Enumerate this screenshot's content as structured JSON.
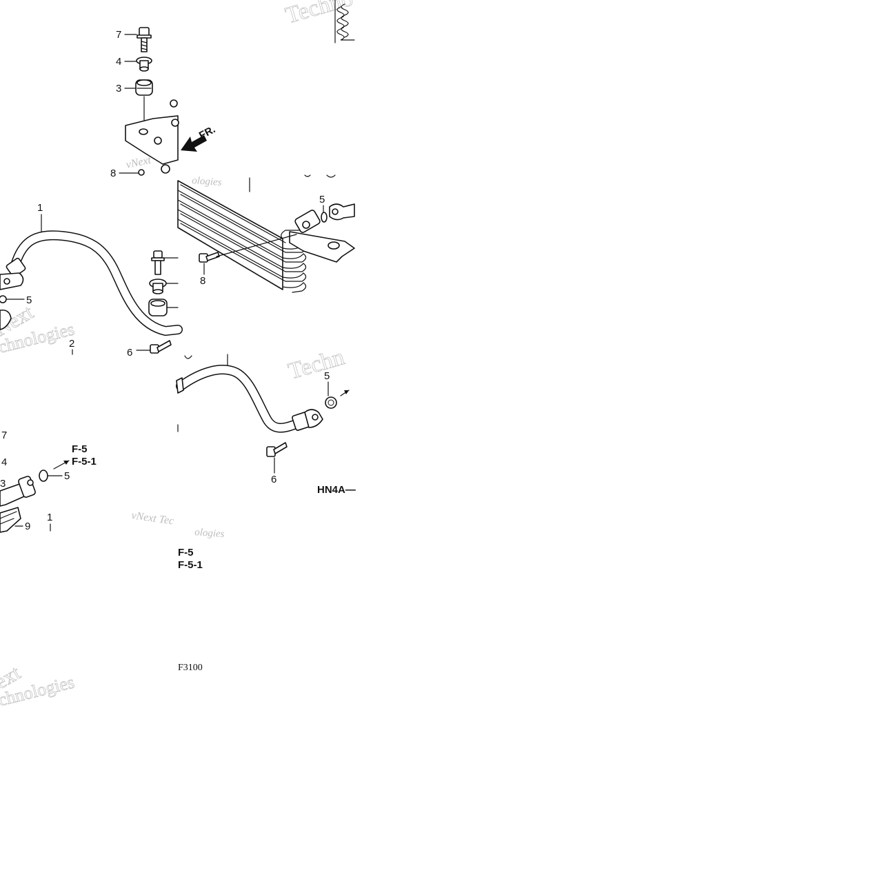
{
  "callouts": {
    "tl_7": "7",
    "tl_4": "4",
    "tl_3": "3",
    "tl_8": "8",
    "ml_1": "1",
    "ml_5": "5",
    "ml_2": "2",
    "ml_6": "6",
    "bl_7": "7",
    "bl_4": "4",
    "bl_3": "3",
    "bl_5": "5",
    "bl_1": "1",
    "bl_9": "9",
    "mr_5": "5",
    "mr_8": "8",
    "br_5": "5",
    "br_6": "6"
  },
  "refs": {
    "bl_f5": "F-5",
    "bl_f51": "F-5-1",
    "br_f5": "F-5",
    "br_f51": "F-5-1"
  },
  "direction_label": "FR.",
  "diagram_code": "F3100",
  "part_prefix": "HN4A—",
  "watermarks": {
    "tech_top": "Techno",
    "vnext_tl": "vNext",
    "ologies_mid": "ologies",
    "next_ml": "Next",
    "techn_ml": "chnologies",
    "tech_mr": "Techn",
    "vnext_bl": "vNext Tec",
    "ologies_bl": "ologies",
    "next_bottom": "ext",
    "tech_bottom": "chnologies"
  }
}
